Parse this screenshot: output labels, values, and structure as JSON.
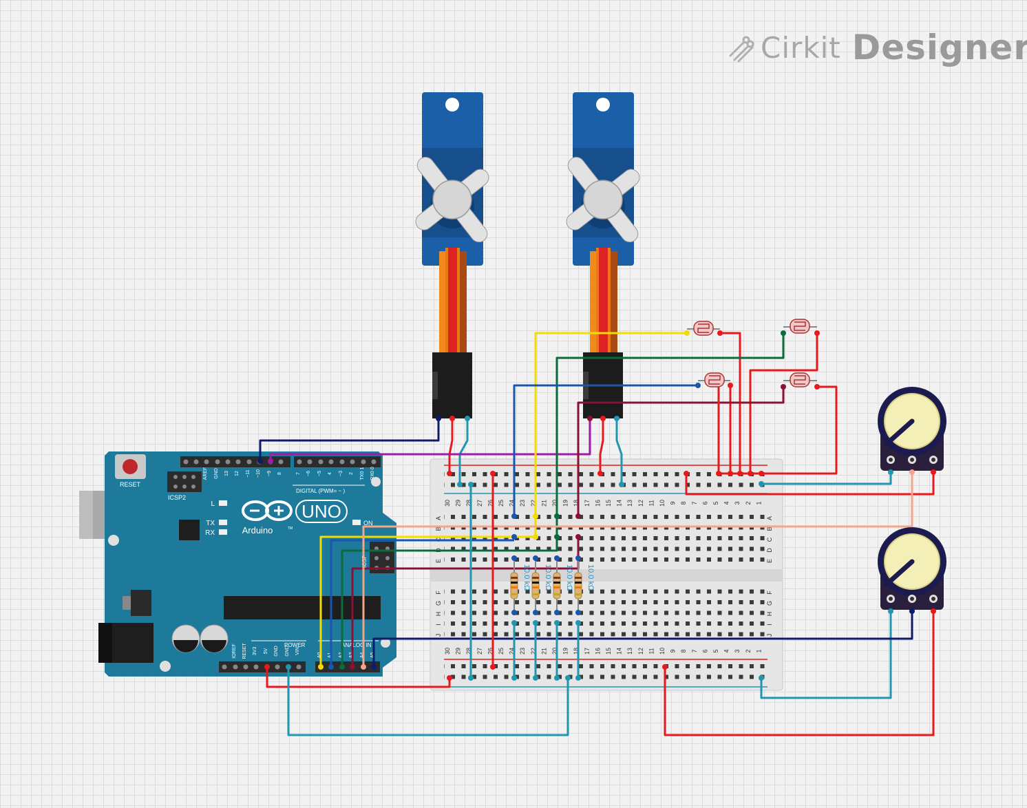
{
  "brand": {
    "name_light": "Cirkit",
    "name_bold": "Designer"
  },
  "arduino": {
    "reset_label": "RESET",
    "icsp2_label": "ICSP2",
    "icsp_label": "ICSP",
    "l_label": "L",
    "tx_label": "TX",
    "rx_label": "RX",
    "on_label": "ON",
    "uno_label": "UNO",
    "brand_label": "Arduino",
    "tm_label": "TM",
    "digital_label": "DIGITAL (PWM= ~ )",
    "power_label": "POWER",
    "analog_label": "ANALOG IN",
    "digital_pins": [
      "AREF",
      "GND",
      "13",
      "12",
      "~11",
      "~10",
      "~9",
      "8",
      "7",
      "~6",
      "~5",
      "4",
      "~3",
      "2",
      "TX0 1",
      "RX0 0"
    ],
    "power_pins": [
      "IOREF",
      "RESET",
      "3V3",
      "5V",
      "GND",
      "GND",
      "VIN"
    ],
    "analog_pins": [
      "A0",
      "A1",
      "A2",
      "A3",
      "A4",
      "A5"
    ]
  },
  "breadboard": {
    "columns": [
      "30",
      "29",
      "28",
      "27",
      "26",
      "25",
      "24",
      "23",
      "22",
      "21",
      "20",
      "19",
      "18",
      "17",
      "16",
      "15",
      "14",
      "13",
      "12",
      "11",
      "10",
      "9",
      "8",
      "7",
      "6",
      "5",
      "4",
      "3",
      "2",
      "1"
    ],
    "rows_top": [
      "A",
      "B",
      "C",
      "D",
      "E"
    ],
    "rows_bottom": [
      "F",
      "G",
      "H",
      "I",
      "J"
    ]
  },
  "resistors": {
    "value_label": "10.0 kΩ",
    "count": 4
  },
  "components": {
    "servos": 2,
    "photoresistors": 4,
    "potentiometers": 2
  },
  "colors": {
    "wire_red": "#e8191d",
    "wire_blue_teal": "#2196b0",
    "wire_yellow": "#f5dc00",
    "wire_green": "#0c6b3c",
    "wire_navy": "#0e1a6e",
    "wire_purple": "#9d1ca8",
    "wire_maroon": "#8a1034",
    "wire_salmon": "#f5a58a",
    "wire_blue": "#1a55b0",
    "arduino_board": "#1d7a9b",
    "servo_body": "#1a5fa8"
  }
}
